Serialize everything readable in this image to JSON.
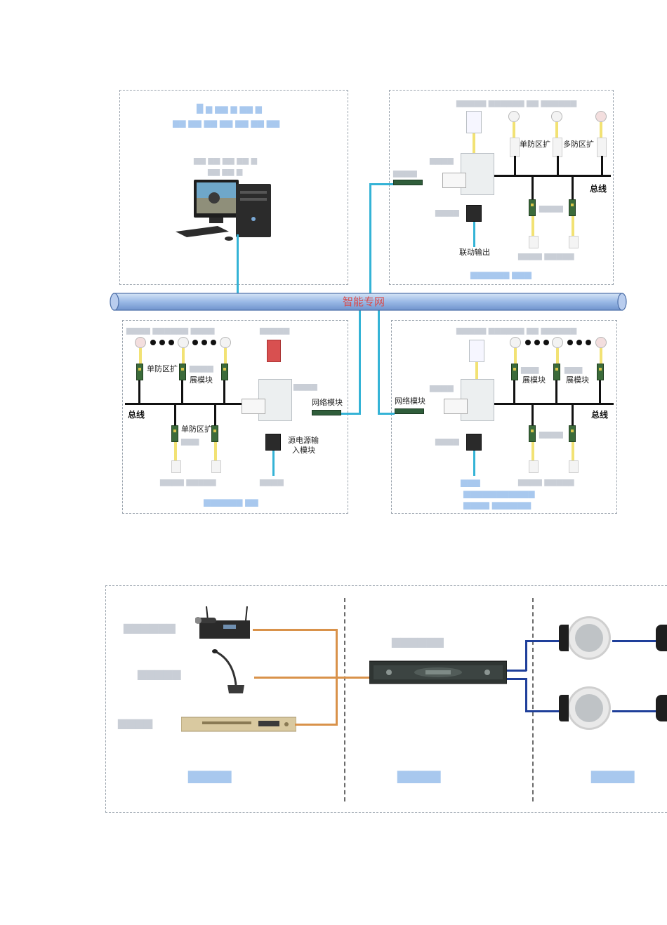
{
  "diagram1": {
    "network_label": "智能专网",
    "bus_label": "总线",
    "labels": {
      "single_zone": "单防区扩",
      "multi_zone": "多防区扩",
      "zone_module": "展模块",
      "link_output": "联动输出",
      "network_module": "网络模块",
      "power_input": "源电源输",
      "power_input_2": "入模块"
    }
  },
  "diagram2": {}
}
